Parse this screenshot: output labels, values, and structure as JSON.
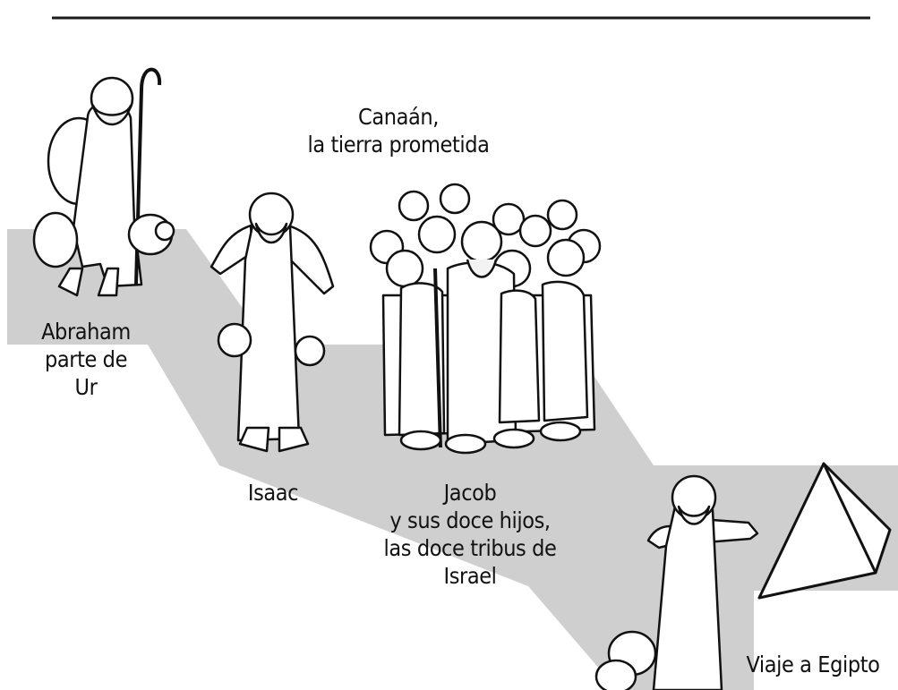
{
  "labels": {
    "canaan": [
      "Canaán,",
      "la tierra prometida"
    ],
    "abraham": [
      "Abraham",
      "parte de",
      "Ur"
    ],
    "isaac": [
      "Isaac"
    ],
    "jacob": [
      "Jacob",
      "y sus doce hijos,",
      "las doce tribus de",
      "Israel"
    ],
    "egipto": [
      "Viaje a Egipto"
    ]
  },
  "colors": {
    "band": "#cfcfcf",
    "rule": "#1a1a1a",
    "ink": "#111111",
    "background": "#ffffff"
  },
  "figures": [
    "abraham",
    "isaac",
    "jacob-and-sons",
    "traveler-to-egypt",
    "pyramid"
  ]
}
